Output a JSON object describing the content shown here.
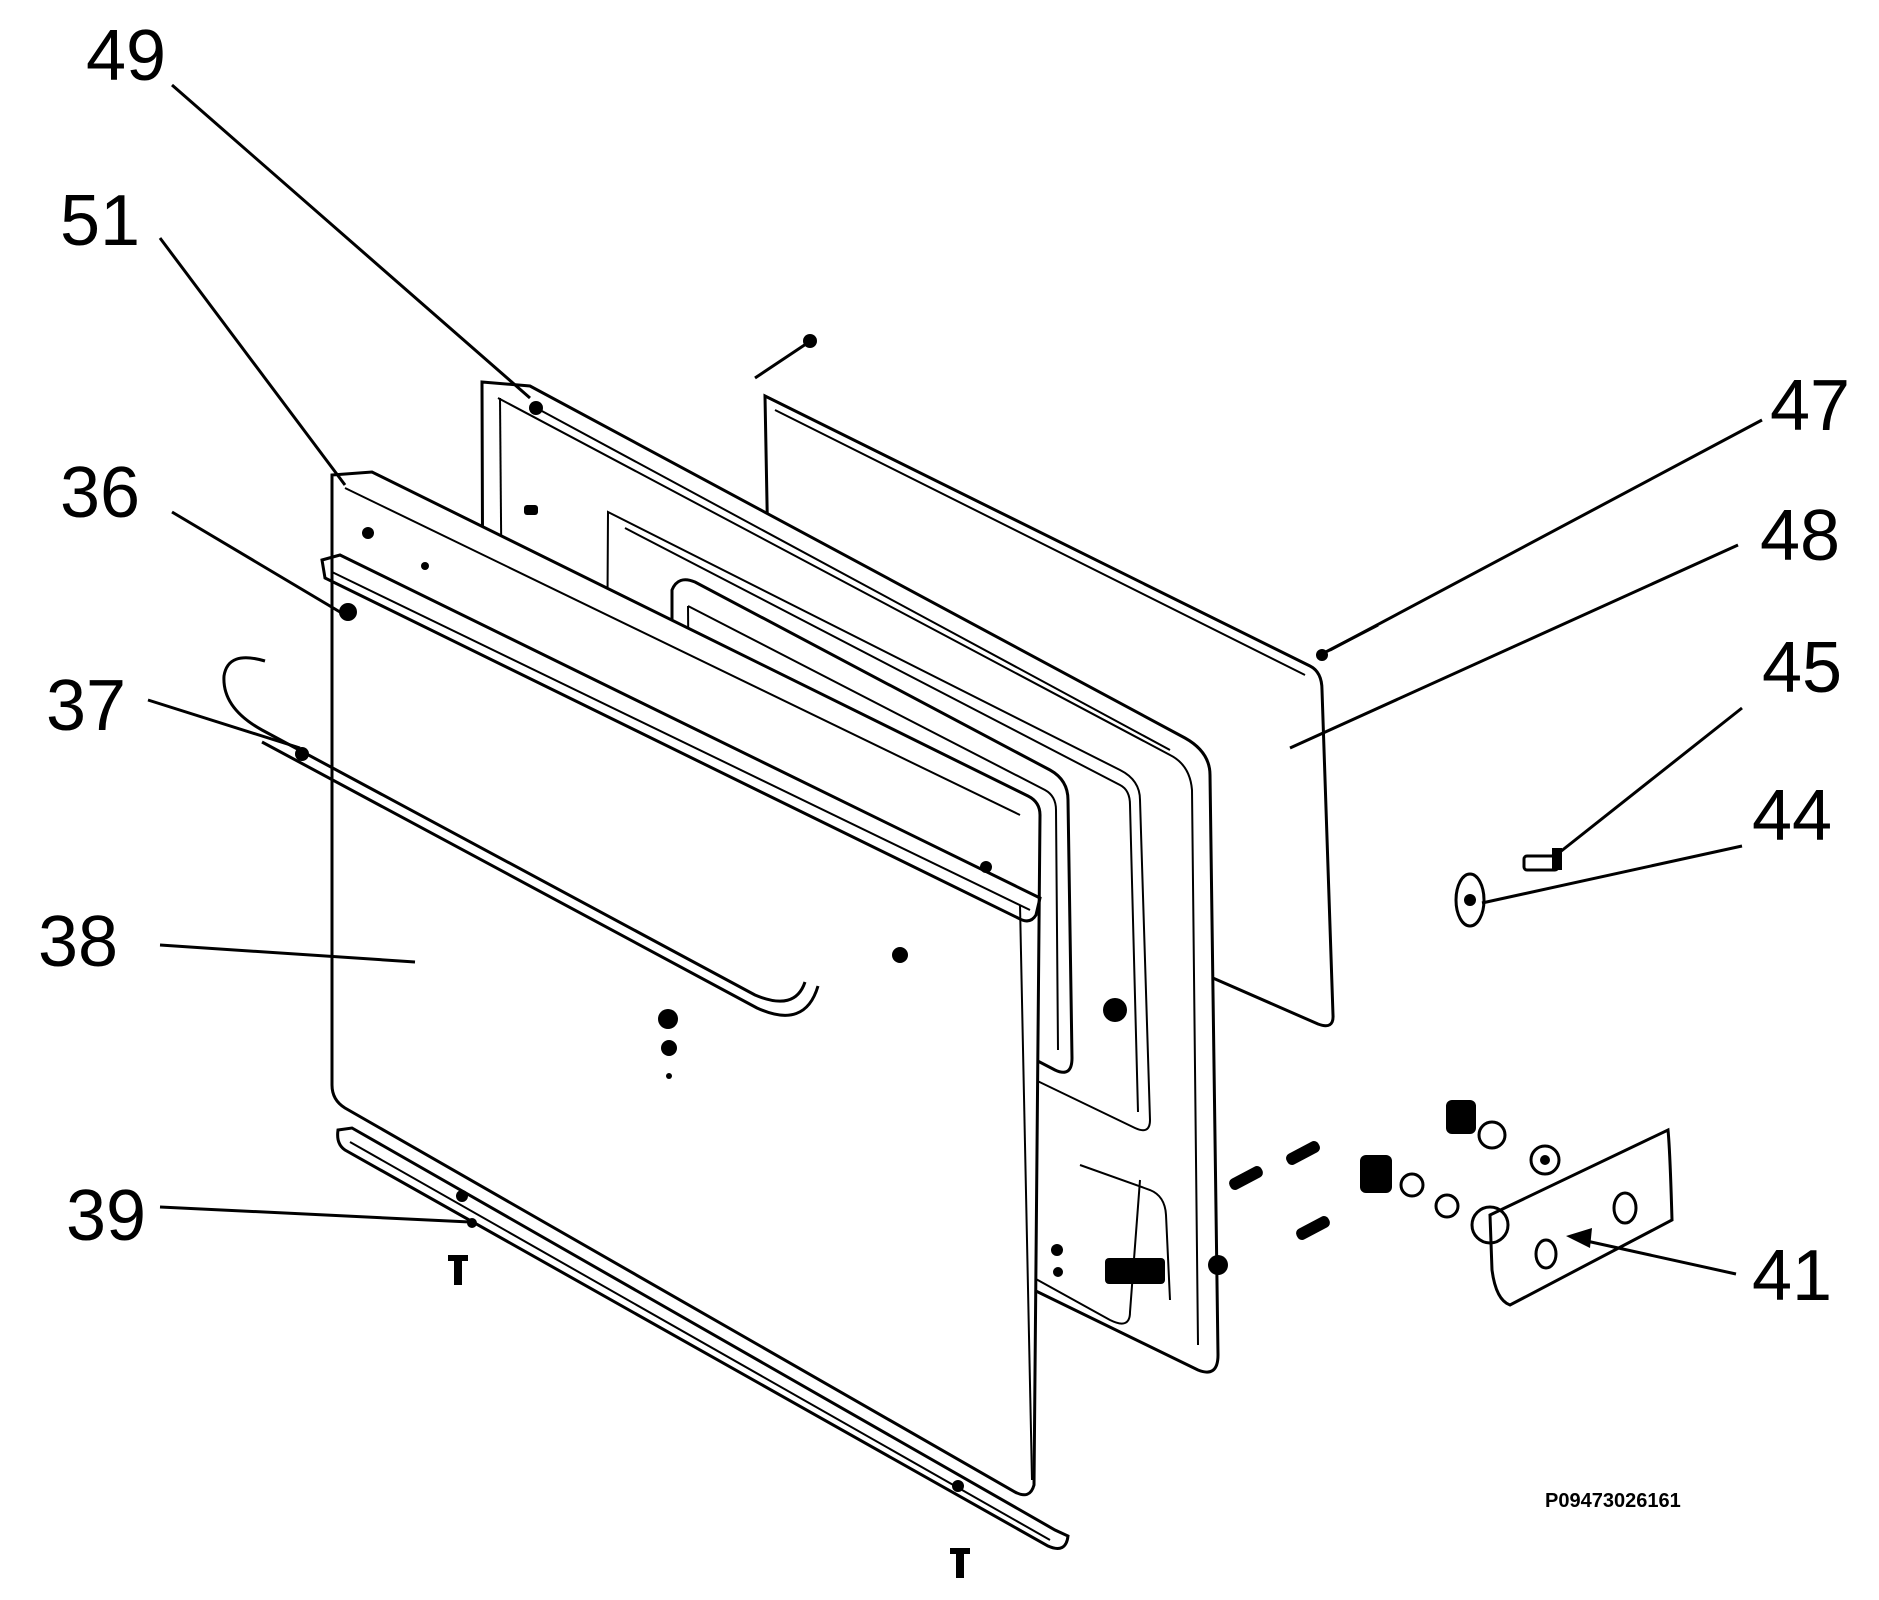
{
  "diagram": {
    "callouts": [
      {
        "id": "49",
        "label": "49"
      },
      {
        "id": "51",
        "label": "51"
      },
      {
        "id": "36",
        "label": "36"
      },
      {
        "id": "37",
        "label": "37"
      },
      {
        "id": "38",
        "label": "38"
      },
      {
        "id": "39",
        "label": "39"
      },
      {
        "id": "47",
        "label": "47"
      },
      {
        "id": "48",
        "label": "48"
      },
      {
        "id": "45",
        "label": "45"
      },
      {
        "id": "44",
        "label": "44"
      },
      {
        "id": "41",
        "label": "41"
      }
    ],
    "drawing_code": "P09473026161"
  }
}
